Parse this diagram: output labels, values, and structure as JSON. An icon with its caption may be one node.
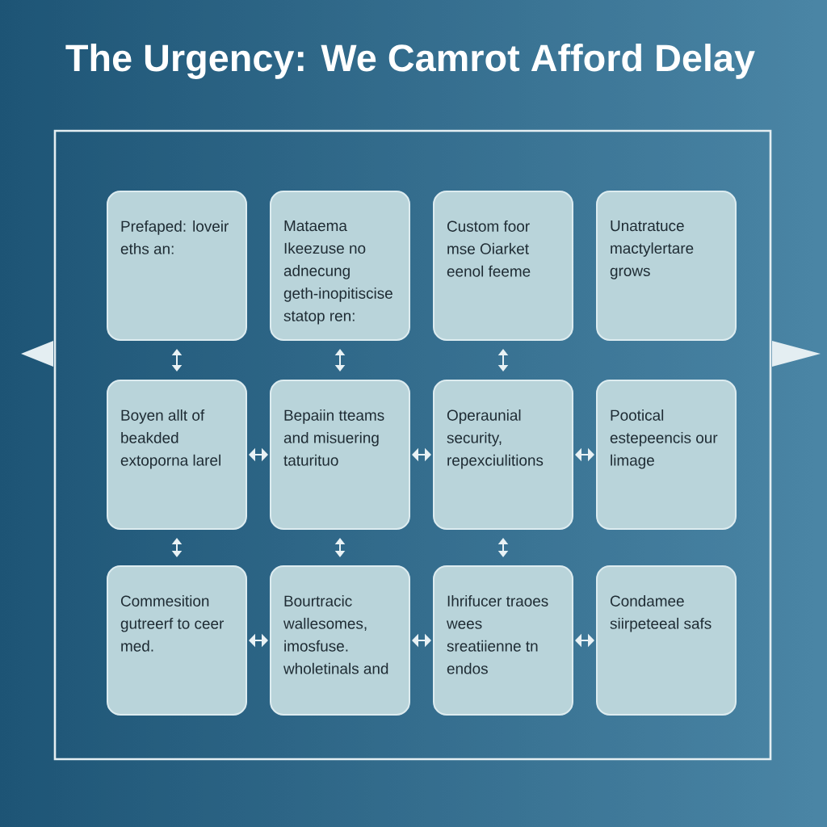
{
  "diagram": {
    "title": "The Urgency: We Camrot Afford Delay",
    "nodes": [
      {
        "text": [
          "Prefaped: loveir eths an:"
        ]
      },
      {
        "text": [
          "Mataema Ikeezuse no adnecung geth-inopitiscise statop ren:"
        ]
      },
      {
        "text": [
          "Custom foor mse Oiarket eenol feeme"
        ]
      },
      {
        "text": [
          "Unatratuce mactylertare grows"
        ]
      },
      {
        "text": [
          "Boyen allt of beakded extoporna larel"
        ]
      },
      {
        "text": [
          "Bepaiin tteams and misuering taturituo"
        ]
      },
      {
        "text": [
          "Operaunial security, repexciulitions"
        ]
      },
      {
        "text": [
          "Pootical estepeencis our limage"
        ]
      },
      {
        "text": [
          "Commesition gutreerf to ceer med."
        ]
      },
      {
        "text": [
          "Bourtracic wallesomes, imosfuse. wholetinals and"
        ]
      },
      {
        "text": [
          "Ihrifucer traoes wees sreatiienne tn endos"
        ]
      },
      {
        "text": [
          "Condamee siirpeteeal safs"
        ]
      }
    ],
    "edges": [
      {
        "from": 0,
        "to": 4,
        "arrow": "both"
      },
      {
        "from": 1,
        "to": 5,
        "arrow": "both"
      },
      {
        "from": 2,
        "to": 6,
        "arrow": "both"
      },
      {
        "from": 4,
        "to": 5,
        "arrow": "both"
      },
      {
        "from": 5,
        "to": 6,
        "arrow": "both"
      },
      {
        "from": 6,
        "to": 7,
        "arrow": "both"
      },
      {
        "from": 4,
        "to": 8,
        "arrow": "both"
      },
      {
        "from": 5,
        "to": 9,
        "arrow": "both"
      },
      {
        "from": 6,
        "to": 10,
        "arrow": "both"
      },
      {
        "from": 8,
        "to": 9,
        "arrow": "both"
      },
      {
        "from": 9,
        "to": 10,
        "arrow": "both"
      },
      {
        "from": 10,
        "to": 11,
        "arrow": "both"
      }
    ]
  }
}
